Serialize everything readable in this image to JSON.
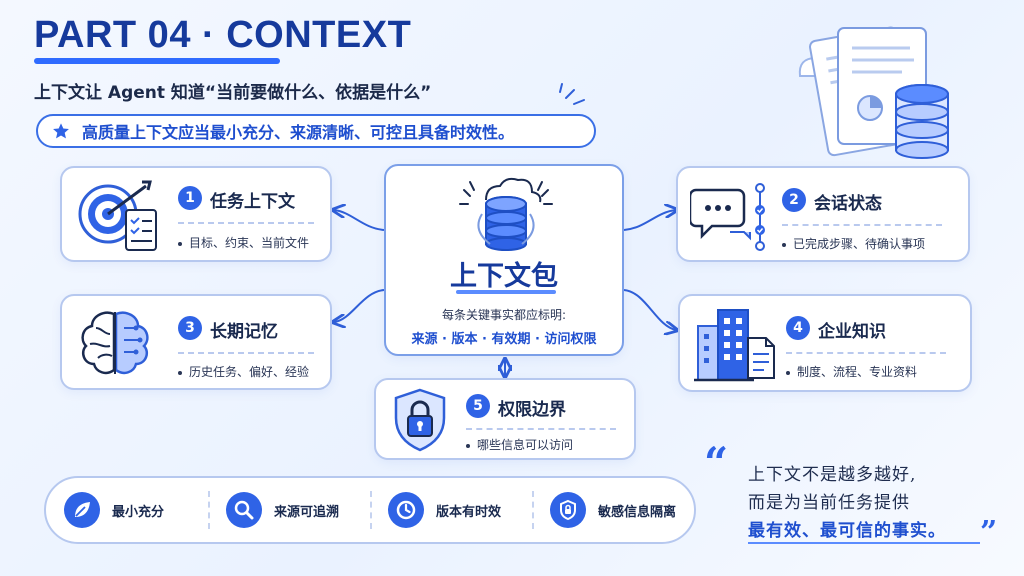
{
  "header": {
    "title": "PART 04 · CONTEXT",
    "subtitle": "上下文让 Agent 知道“当前要做什么、依据是什么”",
    "key_point": "高质量上下文应当最小充分、来源清晰、可控且具备时效性。"
  },
  "center": {
    "title": "上下文包",
    "description": "每条关键事实都应标明:",
    "fields": "来源 · 版本 · 有效期 · 访问权限"
  },
  "cards": [
    {
      "number": "1",
      "title": "任务上下文",
      "bullet": "目标、约束、当前文件",
      "icon": "target-checklist-icon"
    },
    {
      "number": "2",
      "title": "会话状态",
      "bullet": "已完成步骤、待确认事项",
      "icon": "chat-timeline-icon"
    },
    {
      "number": "3",
      "title": "长期记忆",
      "bullet": "历史任务、偏好、经验",
      "icon": "brain-icon"
    },
    {
      "number": "4",
      "title": "企业知识",
      "bullet": "制度、流程、专业资料",
      "icon": "building-document-icon"
    },
    {
      "number": "5",
      "title": "权限边界",
      "bullet": "哪些信息可以访问",
      "icon": "lock-shield-icon"
    }
  ],
  "principles": [
    {
      "label": "最小充分",
      "icon": "leaf-icon"
    },
    {
      "label": "来源可追溯",
      "icon": "search-icon"
    },
    {
      "label": "版本有时效",
      "icon": "clock-icon"
    },
    {
      "label": "敏感信息隔离",
      "icon": "shield-lock-icon"
    }
  ],
  "quote": {
    "open_mark": "“",
    "close_mark": "”",
    "line1": "上下文不是越多越好,",
    "line2": "而是为当前任务提供",
    "line3": "最有效、最可信的事实。"
  },
  "colors": {
    "accent": "#2f63e6",
    "title": "#163a9c",
    "card_border": "#b6c8ef",
    "background": "#eef4ff"
  }
}
